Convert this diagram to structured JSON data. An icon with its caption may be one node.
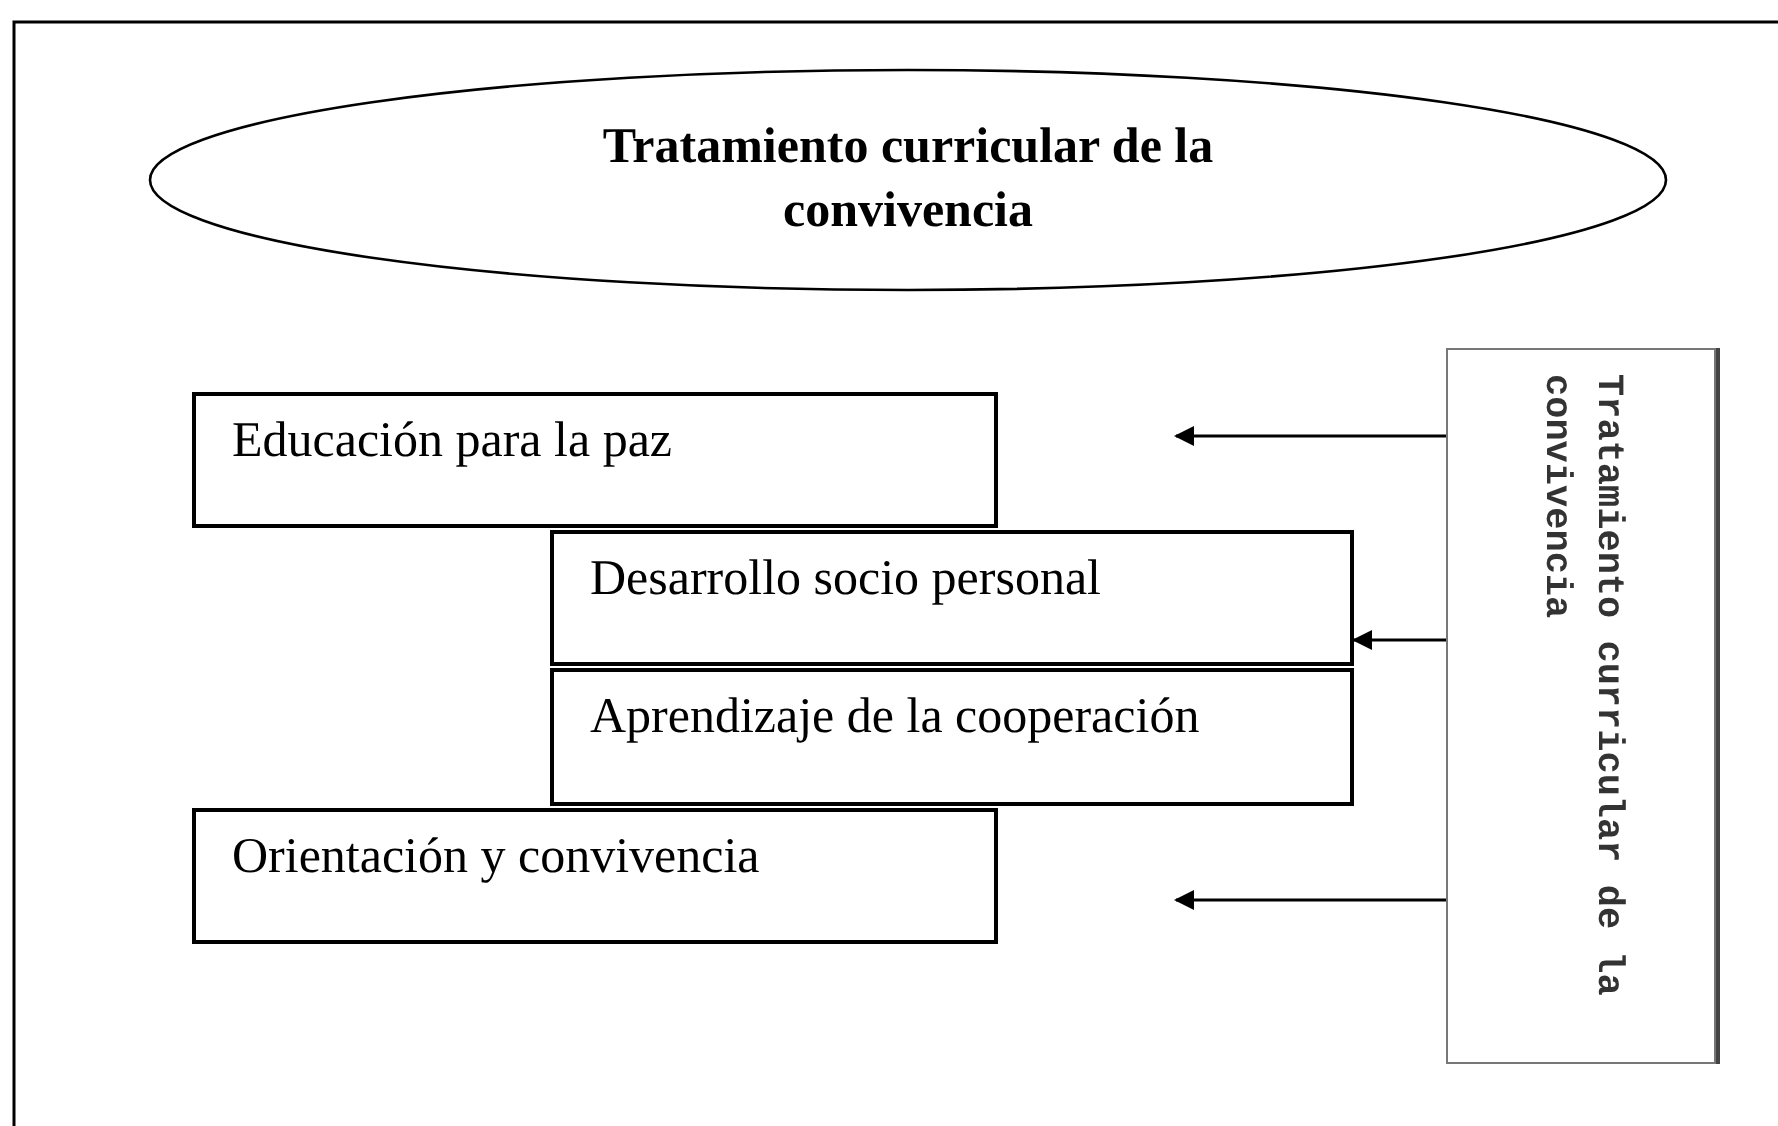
{
  "diagram": {
    "nodes": [
      {
        "text": [
          "Tratamiento curricular de la convivencia"
        ]
      },
      {
        "text": [
          "Educación para la paz"
        ]
      },
      {
        "text": [
          "Desarrollo socio personal"
        ]
      },
      {
        "text": [
          "Aprendizaje de la cooperación"
        ]
      },
      {
        "text": [
          "Orientación y convivencia"
        ]
      },
      {
        "text": [
          "Tratamiento curricular de la convivencia"
        ]
      }
    ],
    "edges": [
      {
        "from": 5,
        "to": null,
        "arrow": "to"
      },
      {
        "from": 5,
        "to": 2,
        "arrow": "to"
      },
      {
        "from": 5,
        "to": null,
        "arrow": "to"
      }
    ]
  }
}
